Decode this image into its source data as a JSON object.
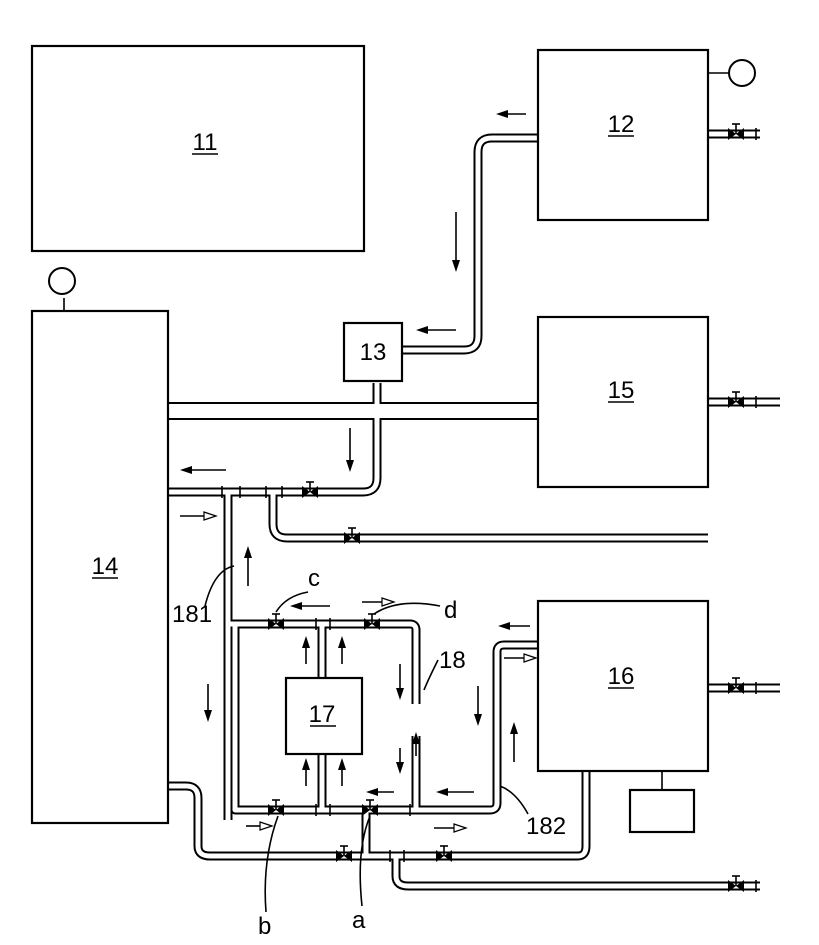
{
  "components": {
    "c11": "11",
    "c12": "12",
    "c13": "13",
    "c14": "14",
    "c15": "15",
    "c16": "16",
    "c17": "17"
  },
  "pipe_labels": {
    "p18": "18",
    "p181": "181",
    "p182": "182"
  },
  "valve_labels": {
    "a": "a",
    "b": "b",
    "c": "c",
    "d": "d"
  }
}
